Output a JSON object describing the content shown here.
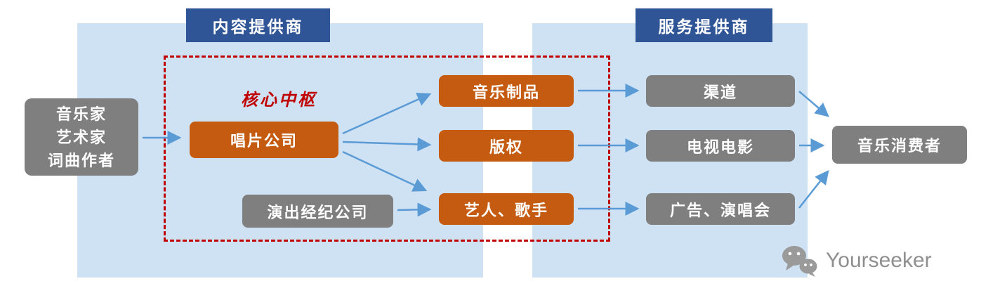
{
  "colors": {
    "panel_blue": "#cfe2f3",
    "header_blue": "#2f5597",
    "orange": "#c55a11",
    "gray": "#7f7f7f",
    "red_dashed": "#c00000",
    "arrow_blue": "#5b9bd5",
    "watermark_gray": "#8f8f8f"
  },
  "headers": {
    "content_provider": "内容提供商",
    "service_provider": "服务提供商"
  },
  "nodes": {
    "creators": {
      "lines": [
        "音乐家",
        "艺术家",
        "词曲作者"
      ]
    },
    "core_hub_label": "核心中枢",
    "record_company": "唱片公司",
    "performance_agency": "演出经纪公司",
    "music_products": "音乐制品",
    "copyright": "版权",
    "artists_singers": "艺人、歌手",
    "channels": "渠道",
    "tv_film": "电视电影",
    "ads_concerts": "广告、演唱会",
    "music_consumers": "音乐消费者"
  },
  "watermark": {
    "brand": "Yourseeker"
  }
}
